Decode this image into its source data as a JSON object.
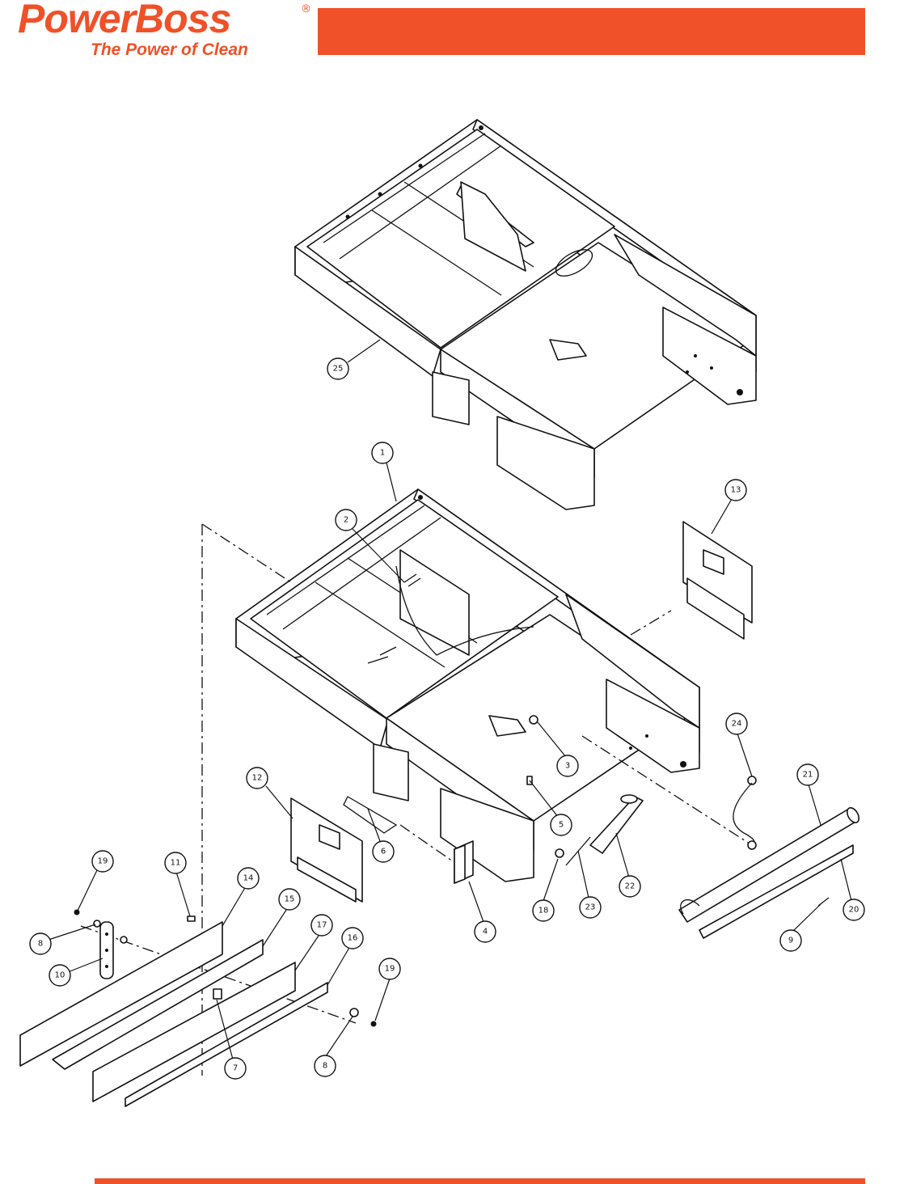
{
  "brand": {
    "name": "PowerBoss",
    "registered": "®",
    "tagline": "The Power of Clean",
    "accent_color": "#f05128"
  },
  "callouts": [
    "25",
    "1",
    "2",
    "13",
    "3",
    "5",
    "24",
    "21",
    "12",
    "6",
    "4",
    "22",
    "19",
    "11",
    "14",
    "15",
    "17",
    "16",
    "8",
    "10",
    "7",
    "18",
    "23",
    "20",
    "9",
    "19",
    "8"
  ]
}
